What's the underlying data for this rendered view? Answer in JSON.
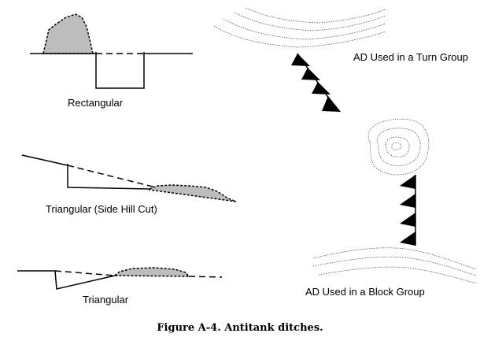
{
  "labels": {
    "rectangular": "Rectangular",
    "side_hill_cut": "Triangular (Side Hill Cut)",
    "triangular": "Triangular",
    "turn_group": "AD Used in a Turn Group",
    "block_group": "AD Used in a Block Group"
  },
  "caption": "Figure A-4. Antitank ditches.",
  "colors": {
    "spoil_fill": "#bdbdbd",
    "line": "#000000"
  }
}
